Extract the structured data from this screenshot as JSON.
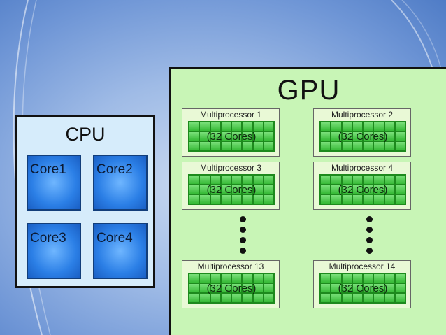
{
  "cpu": {
    "title": "CPU",
    "cores": [
      "Core1",
      "Core2",
      "Core3",
      "Core4"
    ]
  },
  "gpu": {
    "title": "GPU",
    "multiprocessors": [
      {
        "label": "Multiprocessor 1",
        "cores": "(32 Cores)"
      },
      {
        "label": "Multiprocessor 2",
        "cores": "(32 Cores)"
      },
      {
        "label": "Multiprocessor 3",
        "cores": "(32 Cores)"
      },
      {
        "label": "Multiprocessor 4",
        "cores": "(32 Cores)"
      },
      {
        "label": "Multiprocessor 13",
        "cores": "(32 Cores)"
      },
      {
        "label": "Multiprocessor 14",
        "cores": "(32 Cores)"
      }
    ]
  },
  "colors": {
    "cpu_fill": "#d6ecfb",
    "core_fill": "#2b7fe6",
    "gpu_fill": "#c8f5b6",
    "core_cell": "#36b936"
  }
}
